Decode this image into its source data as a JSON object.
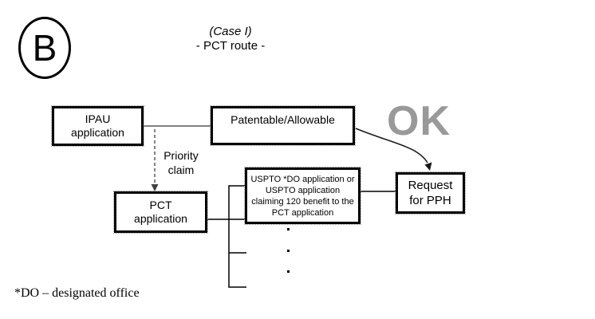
{
  "badge": {
    "letter": "B"
  },
  "title": {
    "case_line": "(Case I)",
    "route_line": "- PCT route -"
  },
  "nodes": {
    "ipau": {
      "lines": [
        "IPAU",
        "application"
      ]
    },
    "patentable": {
      "lines": [
        "Patentable/Allowable"
      ]
    },
    "pct": {
      "lines": [
        "PCT",
        "application"
      ]
    },
    "uspto": {
      "lines": [
        "USPTO *DO application or",
        "USPTO application",
        "claiming 120 benefit to the",
        "PCT application"
      ]
    },
    "request": {
      "lines": [
        "Request",
        "for PPH"
      ]
    }
  },
  "annotations": {
    "ok": "OK",
    "priority_claim": {
      "lines": [
        "Priority",
        "claim"
      ]
    },
    "footnote": "*DO – designated office",
    "ellipsis_dot_count": 3
  },
  "colors": {
    "background": "#ffffff",
    "box_border": "#000000",
    "box_shadow_dotted": "#999999",
    "ok_gray": "#999999",
    "priority_connector_gray": "#808080",
    "line_black": "#000000"
  }
}
